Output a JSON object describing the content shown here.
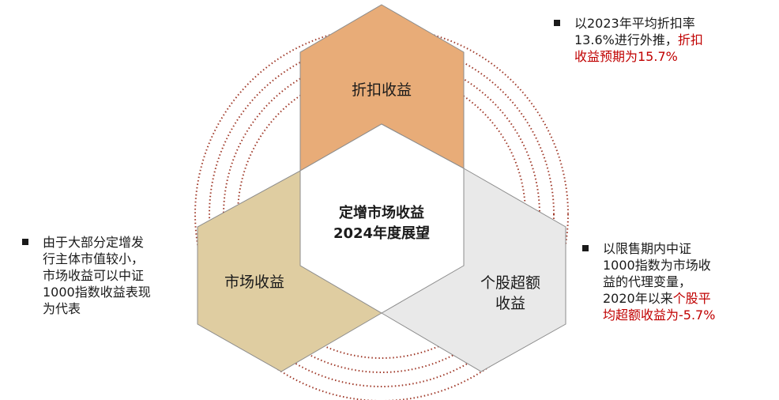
{
  "center": {
    "line1": "定增市场收益",
    "line2": "2024年度展望"
  },
  "segments": {
    "top": {
      "label": "折扣收益",
      "color": "#e8ac78"
    },
    "left": {
      "label": "市场收益",
      "color": "#dfcda1"
    },
    "right": {
      "line1": "个股超额",
      "line2": "收益",
      "color": "#e9e9e9"
    }
  },
  "notes": {
    "top_right": {
      "line1": "以2023年平均折扣率",
      "line2_plain": "13.6%进行外推，",
      "line2_red": "折扣",
      "line3_red": "收益预期为15.7%"
    },
    "left": {
      "lines": [
        "由于大部分定增发",
        "行主体市值较小，",
        "市场收益可以中证",
        "1000指数收益表现",
        "为代表"
      ]
    },
    "right": {
      "line1": "以限售期内中证",
      "line2": "1000指数为市场收",
      "line3": "益的代理变量，",
      "line4_plain": "2020年以来",
      "line4_red": "个股平",
      "line5_red": "均超额收益为-5.7%"
    }
  },
  "colors": {
    "accent_red": "#c00000",
    "ring": "#a03a2a",
    "outline": "#8c8c8c"
  }
}
